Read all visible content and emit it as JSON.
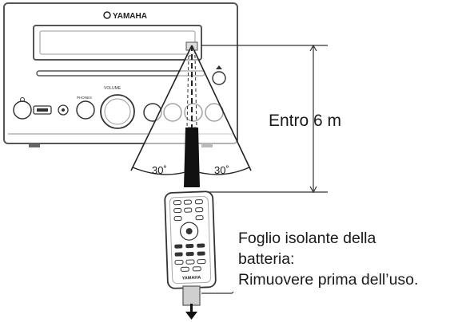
{
  "brand": "YAMAHA",
  "unit_labels": {
    "volume": "VOLUME",
    "phones": "PHONES"
  },
  "remote_brand": "YAMAHA",
  "angles": {
    "left": "30˚",
    "right": "30˚"
  },
  "distance": "Entro 6 m",
  "sheet_note": {
    "line1": "Foglio isolante della",
    "line2": "batteria:",
    "line3": "Rimuovere prima dell’uso."
  }
}
